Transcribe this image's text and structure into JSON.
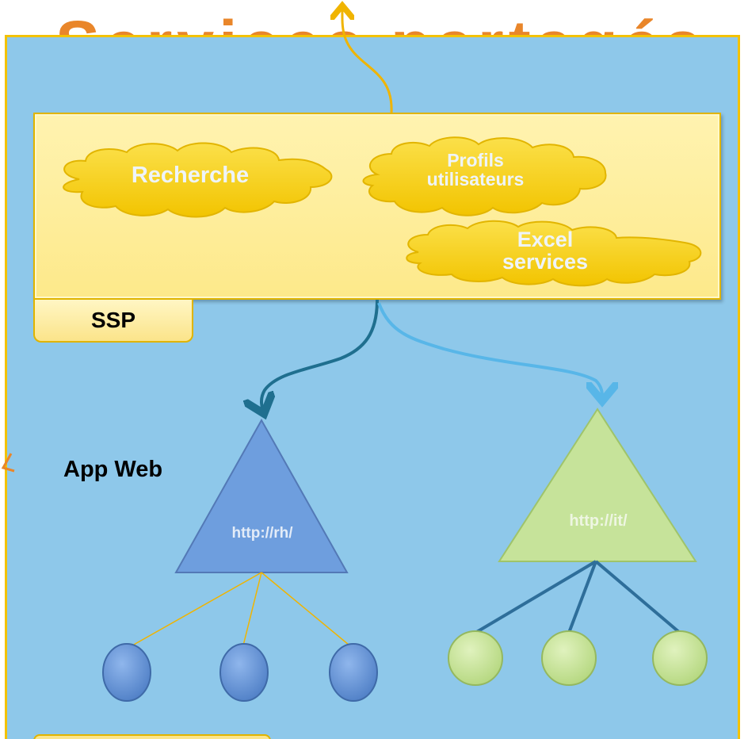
{
  "background_title": "Services partagés",
  "ssp": {
    "tab_label": "SSP",
    "services": [
      {
        "name": "Recherche"
      },
      {
        "name": "Profils utilisateurs",
        "lines": [
          "Profils",
          "utilisateurs"
        ]
      },
      {
        "name": "Excel services",
        "lines": [
          "Excel",
          "services"
        ]
      }
    ]
  },
  "app_web_label": "App Web",
  "web_apps": [
    {
      "url": "http://rh/",
      "color": "#6e9ede",
      "children": 3
    },
    {
      "url": "http://it/",
      "color": "#c6e39a",
      "children": 3
    }
  ],
  "colors": {
    "panel": "#8ec8ea",
    "panel_border": "#f3c200",
    "ssp_fill": "#fde98a",
    "cloud_fill": "#f8d21a",
    "arrow_dark": "#1f6f8f",
    "arrow_light": "#58b6e8",
    "arrow_up": "#f0b400",
    "title_orange": "#e9862a"
  }
}
